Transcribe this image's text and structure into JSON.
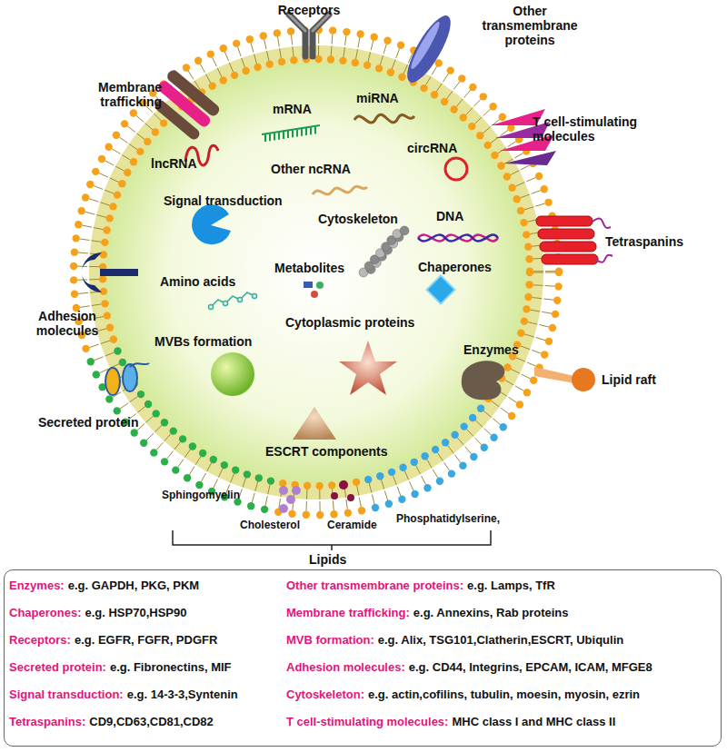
{
  "diagram": {
    "nodes": [
      {
        "text": [
          "Enzymes:",
          "e.g. GAPDH, PKG, PKM",
          "Other transmembrane proteins:",
          "e.g. Lamps, TfR",
          "Chaperones:",
          "e.g. HSP70,HSP90",
          "Membrane trafficking:",
          "e.g. Annexins, Rab proteins",
          "Receptors:",
          "e.g. EGFR, FGFR, PDGFR",
          "MVB formation:",
          "e.g. Alix, TSG101,Clatherin,ESCRT, Ubiqulin",
          "Secreted protein:",
          "e.g. Fibronectins, MIF",
          "Adhesion molecules:",
          "e.g. CD44, Integrins, EPCAM, ICAM, MFGE8",
          "Signal transduction:",
          "e.g. 14-3-3,Syntenin",
          "Cytoskeleton:",
          "e.g. actin,cofilins, tubulin, moesin, myosin, ezrin",
          "Tetraspanins:",
          "CD9,CD63,CD81,CD82",
          "T cell-stimulating molecules:",
          "MHC class I and MHC class II"
        ]
      }
    ],
    "labels": [
      "Receptors",
      "Other transmembrane proteins",
      "Membrane trafficking",
      "mRNA",
      "miRNA",
      "T cell-stimulating molecules",
      "lncRNA",
      "circRNA",
      "Other ncRNA",
      "Signal transduction",
      "Cytoskeleton",
      "DNA",
      "Tetraspanins",
      "Adhesion molecules",
      "Amino acids",
      "Metabolites",
      "Chaperones",
      "MVBs formation",
      "Cytoplasmic proteins",
      "Enzymes",
      "Lipid raft",
      "Secreted protein",
      "ESCRT components",
      "Sphingomyelin",
      "Cholesterol",
      "Ceramide",
      "Phosphatidylserine,",
      "Lipids"
    ]
  }
}
